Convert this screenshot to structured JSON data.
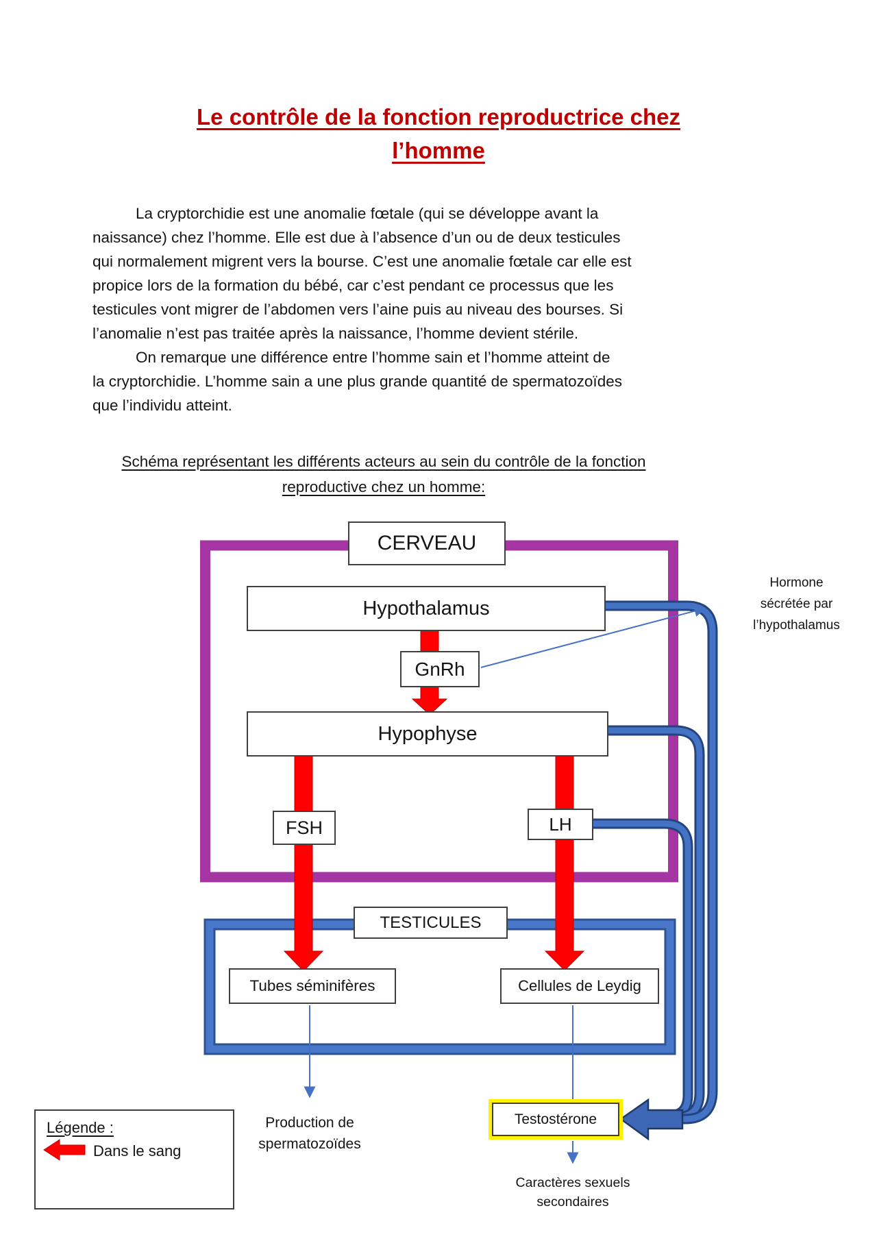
{
  "title": {
    "line1": "Le contrôle de la fonction reproductrice chez",
    "line2": "l’homme"
  },
  "body": {
    "para1_lines": [
      "La cryptorchidie est une anomalie fœtale (qui se développe avant la",
      "naissance) chez l’homme. Elle est due à l’absence d’un ou de deux testicules",
      "qui normalement migrent vers la bourse. C’est une anomalie fœtale car elle est",
      "propice lors de la formation du bébé, car c’est pendant ce processus que les",
      "testicules vont migrer de l’abdomen vers l’aine puis au niveau des bourses. Si",
      "l’anomalie n’est pas traitée après la naissance, l’homme devient stérile."
    ],
    "para2_lines": [
      "On remarque une différence entre l’homme sain et l’homme atteint de",
      "la cryptorchidie. L’homme sain a une plus grande quantité de spermatozoïdes",
      "que l’individu atteint."
    ]
  },
  "caption": {
    "line1": "Schéma représentant les différents acteurs au sein du contrôle de la fonction",
    "line2": "reproductive chez un homme:"
  },
  "diagram": {
    "cerveau": "CERVEAU",
    "hypothalamus": "Hypothalamus",
    "gnrh": "GnRh",
    "hypophyse": "Hypophyse",
    "fsh": "FSH",
    "lh": "LH",
    "testicules": "TESTICULES",
    "tubes_seminiferes": "Tubes séminifères",
    "cellules_leydig": "Cellules de Leydig",
    "testosterone": "Testostérone",
    "hormone_note": {
      "l1": "Hormone",
      "l2": "sécrétée par",
      "l3": "l’hypothalamus"
    },
    "production_note": {
      "l1": "Production de",
      "l2": "spermatozoïdes"
    },
    "caracteres_note": {
      "l1": "Caractères sexuels",
      "l2": "secondaires"
    }
  },
  "legend": {
    "title": "Légende :",
    "item": "Dans le sang",
    "icon": "red-arrow-left-icon"
  },
  "colors": {
    "title_red": "#C00000",
    "arrow_red": "#FF0000",
    "frame_purple": "#A435A2",
    "frame_blue": "#4472C4",
    "connector_dark_blue": "#24447E",
    "highlight_yellow": "#FFF101"
  }
}
